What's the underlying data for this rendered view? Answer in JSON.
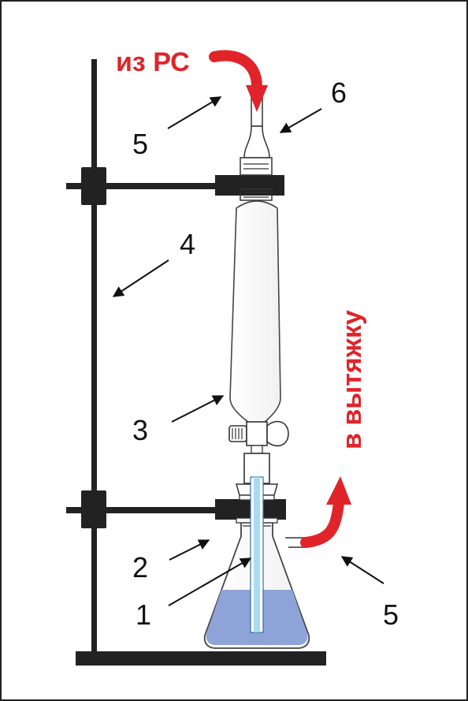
{
  "labels": {
    "inlet": "из РС",
    "outlet": "в вытяжку"
  },
  "callouts": {
    "n1": "1",
    "n2": "2",
    "n3": "3",
    "n4": "4",
    "n5a": "5",
    "n5b": "5",
    "n6": "6"
  },
  "colors": {
    "frame": "#222222",
    "accent_red": "#e0242a",
    "liquid": "#8ea3d8",
    "tube": "#a9dbf1",
    "glass_stroke": "#444444"
  }
}
